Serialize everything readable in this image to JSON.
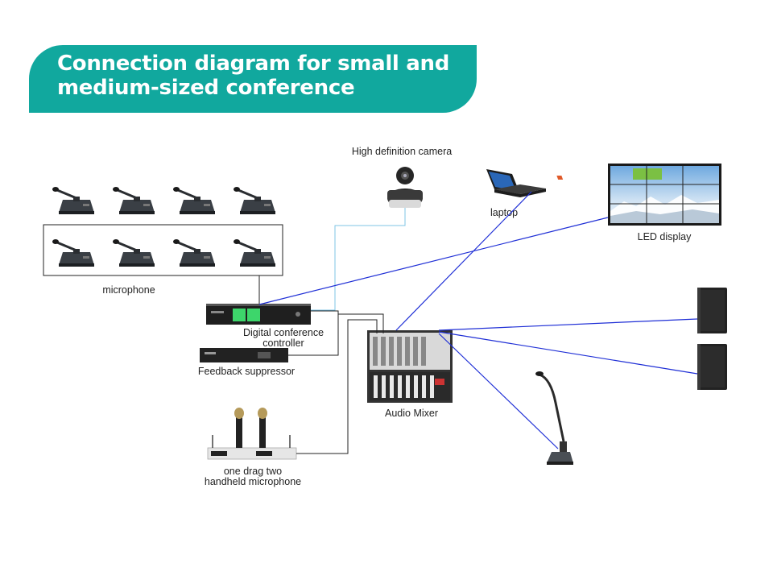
{
  "banner": {
    "title_line1": "Connection diagram for small and",
    "title_line2": "medium-sized conference",
    "color": "#11a89e"
  },
  "labels": {
    "camera": "High definition camera",
    "laptop": "laptop",
    "led_display": "LED display",
    "microphone": "microphone",
    "controller_line1": "Digital conference",
    "controller_line2": "controller",
    "feedback": "Feedback suppressor",
    "mixer": "Audio Mixer",
    "handheld_line1": "one drag two",
    "handheld_line2": "handheld microphone"
  },
  "colors": {
    "signal_line": "#1f2fd6",
    "camera_line": "#7fc4e6",
    "wire": "#222222"
  }
}
